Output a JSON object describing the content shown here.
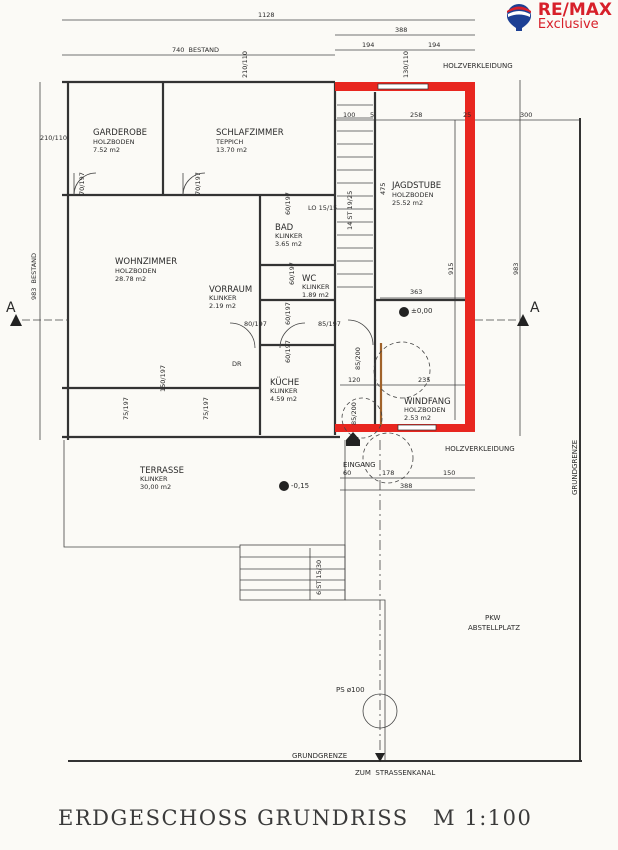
{
  "logo": {
    "brand": "RE/MAX",
    "subtitle": "Exclusive"
  },
  "title": "ERDGESCHOSS GRUNDRISS   M 1:100",
  "rooms": [
    {
      "name": "GARDEROBE",
      "floor": "HOLZBODEN",
      "area": "7.52 m2"
    },
    {
      "name": "SCHLAFZIMMER",
      "floor": "TEPPICH",
      "area": "13.70 m2"
    },
    {
      "name": "JAGDSTUBE",
      "floor": "HOLZBODEN",
      "area": "25.52 m2"
    },
    {
      "name": "BAD",
      "floor": "KLINKER",
      "area": "3.65 m2"
    },
    {
      "name": "WOHNZIMMER",
      "floor": "HOLZBODEN",
      "area": "28.78 m2"
    },
    {
      "name": "VORRAUM",
      "floor": "KLINKER",
      "area": "2.19 m2"
    },
    {
      "name": "WC",
      "floor": "KLINKER",
      "area": "1.89 m2"
    },
    {
      "name": "KÜCHE",
      "floor": "KLINKER",
      "area": "4.59 m2"
    },
    {
      "name": "WINDFANG",
      "floor": "HOLZBODEN",
      "area": "2.53 m2"
    },
    {
      "name": "TERRASSE",
      "floor": "KLINKER",
      "area": "30,00 m2"
    }
  ],
  "dimensions": {
    "total": "1128",
    "right_part": "388",
    "half_a": "194",
    "half_b": "194",
    "bestand": "740  BESTAND",
    "left_bestand": "983  BESTAND",
    "right_height": "983",
    "d100": "100",
    "d5": "5",
    "d258": "258",
    "d25": "25",
    "d300": "300",
    "d475": "475",
    "d915": "915",
    "d363": "363",
    "d120": "120",
    "d235": "235",
    "d60": "60",
    "d178": "178",
    "d150": "150",
    "d388b": "388",
    "win_top": "210/110",
    "win_left": "210/110",
    "win_ext": "130/110"
  },
  "labels": {
    "holz_top": "HOLZVERKLEIDUNG",
    "holz_bottom": "HOLZVERKLEIDUNG",
    "eingang": "EINGANG",
    "level_0": "±0,00",
    "level_terrace": "-0,15",
    "stairs_int": "14 ST 19/25",
    "stairs_ext": "6 ST 15/30",
    "pkw": "PKW",
    "abstell": "ABSTELLPLATZ",
    "ps": "PS ø100",
    "grundgrenze_bottom": "GRUNDGRENZE",
    "grundgrenze_right": "GRUNDGRENZE",
    "strassenkanal": "ZUM  STRASSENKANAL",
    "section_left": "A",
    "section_right": "A",
    "lo": "LO 15/15",
    "dr": "DR"
  },
  "doors": [
    "70/197",
    "70/197",
    "60/197",
    "60/197",
    "80/197",
    "60/197",
    "85/197",
    "60/197",
    "85/200",
    "85/200",
    "75/197",
    "75/197",
    "150/197"
  ]
}
